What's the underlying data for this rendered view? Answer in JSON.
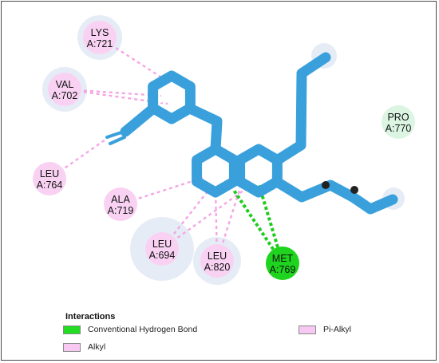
{
  "residues": [
    {
      "id": "lys721",
      "name": "LYS",
      "chain_pos": "A:721",
      "interaction": "alkyl"
    },
    {
      "id": "val702",
      "name": "VAL",
      "chain_pos": "A:702",
      "interaction": "alkyl"
    },
    {
      "id": "leu764",
      "name": "LEU",
      "chain_pos": "A:764",
      "interaction": "alkyl"
    },
    {
      "id": "ala719",
      "name": "ALA",
      "chain_pos": "A:719",
      "interaction": "pi-alkyl"
    },
    {
      "id": "leu694",
      "name": "LEU",
      "chain_pos": "A:694",
      "interaction": "pi-alkyl"
    },
    {
      "id": "leu820",
      "name": "LEU",
      "chain_pos": "A:820",
      "interaction": "pi-alkyl"
    },
    {
      "id": "met769",
      "name": "MET",
      "chain_pos": "A:769",
      "interaction": "hydrogen-bond"
    },
    {
      "id": "pro770",
      "name": "PRO",
      "chain_pos": "A:770",
      "interaction": "none"
    }
  ],
  "legend": {
    "title": "Interactions",
    "items": [
      {
        "label": "Conventional Hydrogen Bond",
        "color": "#22dd22"
      },
      {
        "label": "Pi-Alkyl",
        "color": "#f7c8f2"
      },
      {
        "label": "Alkyl",
        "color": "#f7c8f2"
      }
    ]
  },
  "colors": {
    "ligand": "#3aa0dc",
    "ring_marker": "#ffffff",
    "alkyl_line": "#f4a6e4",
    "hbond_line": "#1ecc1e",
    "alkyl_fill": "#f9d2f3",
    "hbond_fill": "#1ed41e",
    "vdw_fill": "#dcf5e2",
    "halo": "#e6ecf6"
  }
}
